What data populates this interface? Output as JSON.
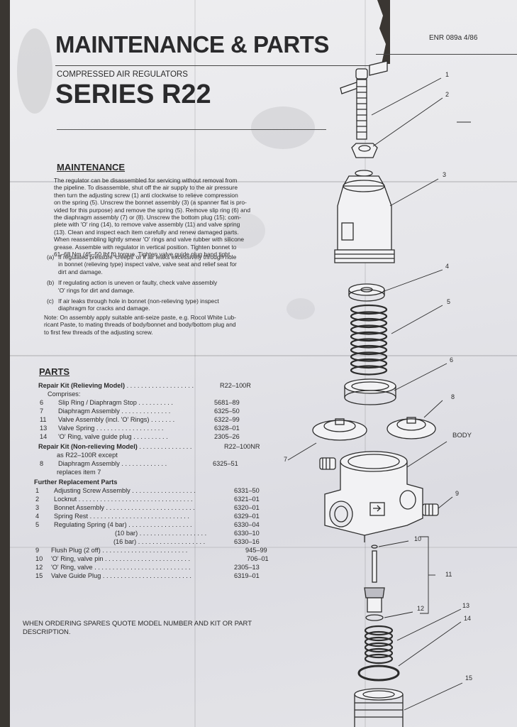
{
  "header": {
    "ref": "ENR 089a 4/86",
    "title": "MAINTENANCE & PARTS",
    "subtitle": "COMPRESSED AIR REGULATORS",
    "series": "SERIES R22"
  },
  "maintenance": {
    "heading": "MAINTENANCE",
    "body": [
      "The regulator can be disassembled for servicing without removal from",
      "the pipeline. To disassemble, shut off the air supply to the air pressure",
      "then turn the adjusting screw (1) anti clockwise to relieve compression",
      "on the spring (5). Unscrew the bonnet assembly (3) (a spanner flat is pro-",
      "vided for this purpose) and remove the spring (5). Remove slip ring (6) and",
      "the diaphragm assembly (7) or (8). Unscrew the bottom plug (15); com-",
      "plete with 'O' ring (14), to remove valve assembly (11) and valve spring",
      "(13). Clean and inspect each item carefully and renew damaged parts.",
      "When reassembling lightly smear 'O' rings and valve rubber with silicone",
      "grease. Assemble with regulator in vertical position. Tighten bonnet to",
      "61–68 Nm (45–50 lbf ft) torque. Tighten valve guide plug hand tight."
    ],
    "items": [
      {
        "label": "(a)",
        "lines": [
          "If regulated pressure 'creeps' or if air leaks excessively through hole",
          "in bonnet (relieving type) inspect valve, valve seat and relief seat for",
          "dirt and damage."
        ]
      },
      {
        "label": "(b)",
        "lines": [
          "If regulating action is uneven or faulty, check valve assembly",
          "'O' rings for dirt and damage."
        ]
      },
      {
        "label": "(c)",
        "lines": [
          "If air leaks through hole in bonnet (non-relieving type) inspect",
          "diaphragm for cracks and damage."
        ]
      }
    ],
    "note": [
      "Note: On assembly apply suitable anti-seize paste, e.g. Rocol White Lub-",
      "ricant Paste, to mating threads of body/bonnet and body/bottom plug and",
      "to first few threads of the adjusting screw."
    ]
  },
  "parts": {
    "heading": "PARTS",
    "rows": [
      {
        "type": "section",
        "text": "Repair Kit (Relieving Model)",
        "dots": " . . . . . . . . . . . . . . . . . . .",
        "code": "R22–100R"
      },
      {
        "type": "plain",
        "text": "Comprises:"
      },
      {
        "type": "item",
        "num": "6",
        "text": "Slip Ring / Diaphragm Stop",
        "dots": " . . . . . . . . . .",
        "code": "5681–89"
      },
      {
        "type": "item",
        "num": "7",
        "text": "Diaphragm Assembly",
        "dots": " . . . . . . . . . . . . . .",
        "code": "6325–50"
      },
      {
        "type": "item",
        "num": "11",
        "text": "Valve Assembly (incl. 'O' Rings)",
        "dots": " . . . . . . .",
        "code": "6322–99"
      },
      {
        "type": "item",
        "num": "13",
        "text": "Valve Spring",
        "dots": " . . . . . . . . . . . . . . . . . . .",
        "code": "6328–01"
      },
      {
        "type": "item",
        "num": "14",
        "text": "'O' Ring, valve guide plug",
        "dots": " . . . . . . . . . .",
        "code": "2305–26"
      },
      {
        "type": "section",
        "text": "Repair Kit (Non-relieving Model)",
        "dots": " . . . . . . . . . . . . . . .",
        "code": "R22–100NR"
      },
      {
        "type": "plain",
        "text": "as R22–100R except"
      },
      {
        "type": "item",
        "num": "8",
        "text": "Diaphragm Assembly",
        "dots": " . . . . . . . . . . . . .",
        "code": "6325–51"
      },
      {
        "type": "plain",
        "text": "replaces item 7"
      },
      {
        "type": "section",
        "text": "Further Replacement Parts",
        "dots": "",
        "code": ""
      },
      {
        "type": "item",
        "num": "1",
        "text": "Adjusting Screw Assembly",
        "dots": " . . . . . . . . . . . . . . . . . .",
        "code": "6331–50"
      },
      {
        "type": "item",
        "num": "2",
        "text": "Locknut",
        "dots": " . . . . . . . . . . . . . . . . . . . . . . . . . . . . . . . .",
        "code": "6321–01"
      },
      {
        "type": "item",
        "num": "3",
        "text": "Bonnet Assembly",
        "dots": " . . . . . . . . . . . . . . . . . . . . . . . . .",
        "code": "6320–01"
      },
      {
        "type": "item",
        "num": "4",
        "text": "Spring Rest",
        "dots": " . . . . . . . . . . . . . . . . . . . . . . . . . . . .",
        "code": "6329–01"
      },
      {
        "type": "item",
        "num": "5",
        "text": "Regulating Spring  (4 bar)",
        "dots": " . . . . . . . . . . . . . . . . . .",
        "code": "6330–04"
      },
      {
        "type": "sub",
        "text": "(10 bar)",
        "dots": " . . . . . . . . . . . . . . . . . . .",
        "code": "6330–10"
      },
      {
        "type": "sub",
        "text": "(16 bar)",
        "dots": " . . . . . . . . . . . . . . . . . . .",
        "code": "6330–16"
      },
      {
        "type": "item",
        "num": "9",
        "text": "Flush Plug (2 off)",
        "dots": " . . . . . . . . . . . . . . . . . . . . . . . .",
        "code": "945–99"
      },
      {
        "type": "item",
        "num": "10",
        "text": "'O' Ring, valve pin",
        "dots": " . . . . . . . . . . . . . . . . . . . . . . . .",
        "code": "706–01"
      },
      {
        "type": "item",
        "num": "12",
        "text": "'O' Ring, valve",
        "dots": " . . . . . . . . . . . . . . . . . . . . . . . . . . .",
        "code": "2305–13"
      },
      {
        "type": "item",
        "num": "15",
        "text": "Valve Guide Plug",
        "dots": " . . . . . . . . . . . . . . . . . . . . . . . . .",
        "code": "6319–01"
      }
    ]
  },
  "ordering": {
    "text": "WHEN ORDERING SPARES QUOTE MODEL NUMBER AND KIT OR PART DESCRIPTION."
  },
  "diagram": {
    "callouts": [
      "1",
      "2",
      "3",
      "4",
      "5",
      "6",
      "7",
      "8",
      "BODY",
      "9",
      "10",
      "11",
      "12",
      "13",
      "14",
      "15"
    ]
  }
}
